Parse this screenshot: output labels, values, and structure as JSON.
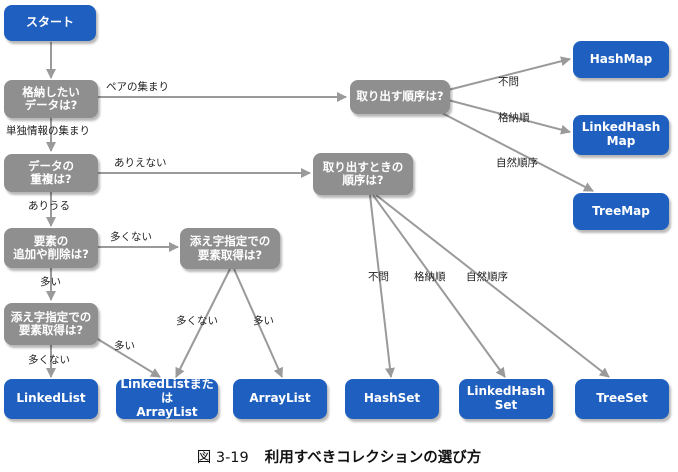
{
  "colors": {
    "terminal": "#1f5fbf",
    "decision": "#8f8f8f",
    "arrow": "#9a9a9a",
    "caption": "#111111"
  },
  "nodes": {
    "start": "スタート",
    "q_store": "格納したい\nデータは?",
    "q_dup": "データの\n重複は?",
    "q_addremove": "要素の\n追加や削除は?",
    "q_index_left": "添え字指定での\n要素取得は?",
    "q_index_mid": "添え字指定での\n要素取得は?",
    "q_map_order": "取り出す順序は?",
    "q_set_order": "取り出すときの\n順序は?",
    "hashmap": "HashMap",
    "linkedhashmap": "LinkedHash\nMap",
    "treemap": "TreeMap",
    "linkedlist": "LinkedList",
    "linkedlist_or_arraylist": "LinkedListまたは\nArrayList",
    "arraylist": "ArrayList",
    "hashset": "HashSet",
    "linkedhashset": "LinkedHash\nSet",
    "treeset": "TreeSet"
  },
  "labels": {
    "pair": "ペアの集まり",
    "single": "単独情報の集まり",
    "unordered_map": "不問",
    "insertion_map": "格納順",
    "natural_map": "自然順序",
    "no_dup": "ありえない",
    "may_dup": "ありうる",
    "few_addremove": "多くない",
    "many_addremove": "多い",
    "few_index_mid": "多くない",
    "many_index_mid": "多い",
    "many_index_left": "多い",
    "few_index_left": "多くない",
    "unordered_set": "不問",
    "insertion_set": "格納順",
    "natural_set": "自然順序"
  },
  "caption": {
    "number": "図 3-19",
    "text": "利用すべきコレクションの選び方"
  }
}
